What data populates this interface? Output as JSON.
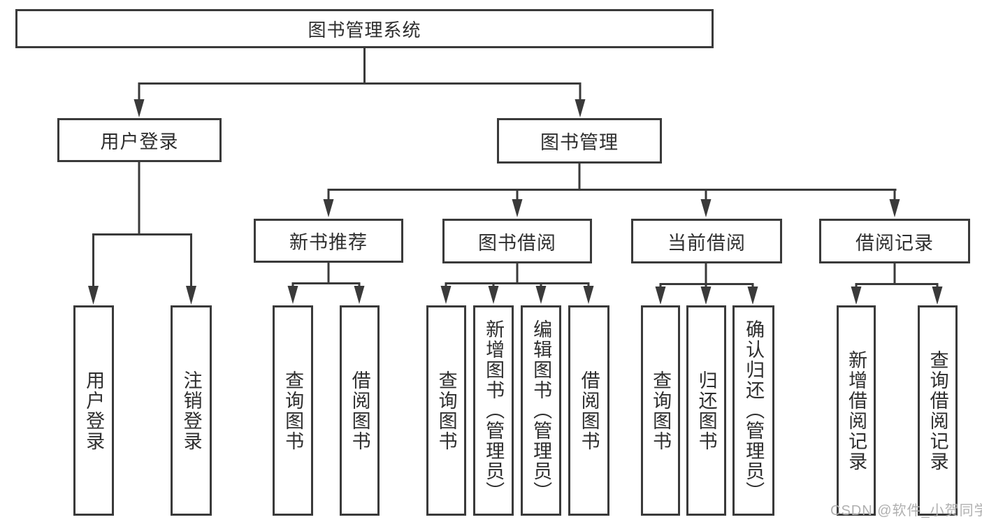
{
  "watermark": {
    "text": "CSDN @软件_小贺同学"
  },
  "colors": {
    "line": "#3a3a3a",
    "text": "#2e2e2e",
    "background": "#ffffff",
    "watermark": "#b0b0b0"
  },
  "tree": {
    "root": {
      "label": "图书管理系统",
      "children": [
        {
          "label": "用户登录",
          "children": [
            {
              "label": "用户登录"
            },
            {
              "label": "注销登录"
            }
          ]
        },
        {
          "label": "图书管理",
          "children": [
            {
              "label": "新书推荐",
              "children": [
                {
                  "label": "查询图书"
                },
                {
                  "label": "借阅图书"
                }
              ]
            },
            {
              "label": "图书借阅",
              "children": [
                {
                  "label": "查询图书"
                },
                {
                  "label": "新增图书（管理员）"
                },
                {
                  "label": "编辑图书（管理员）"
                },
                {
                  "label": "借阅图书"
                }
              ]
            },
            {
              "label": "当前借阅",
              "children": [
                {
                  "label": "查询图书"
                },
                {
                  "label": "归还图书"
                },
                {
                  "label": "确认归还（管理员）"
                }
              ]
            },
            {
              "label": "借阅记录",
              "children": [
                {
                  "label": "新增借阅记录"
                },
                {
                  "label": "查询借阅记录"
                }
              ]
            }
          ]
        }
      ]
    }
  }
}
